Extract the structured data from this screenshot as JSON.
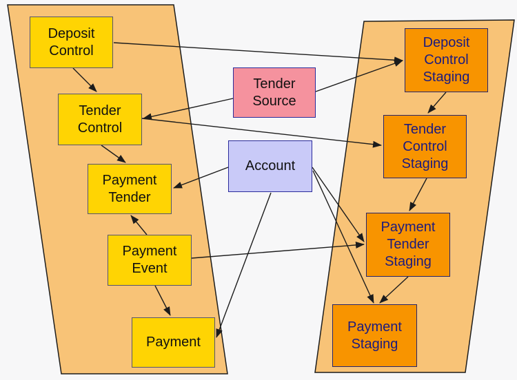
{
  "diagram": {
    "description": "Entity flow diagram: current payment entities (left), external objects (center), staging entities (right)",
    "nodes": {
      "deposit_control": {
        "label": "Deposit Control",
        "type": "current"
      },
      "tender_control": {
        "label": "Tender Control",
        "type": "current"
      },
      "payment_tender": {
        "label": "Payment Tender",
        "type": "current"
      },
      "payment_event": {
        "label": "Payment Event",
        "type": "current"
      },
      "payment": {
        "label": "Payment",
        "type": "current"
      },
      "tender_source": {
        "label": "Tender Source",
        "type": "source"
      },
      "account": {
        "label": "Account",
        "type": "account"
      },
      "deposit_control_staging": {
        "label": "Deposit Control Staging",
        "type": "staging"
      },
      "tender_control_staging": {
        "label": "Tender Control Staging",
        "type": "staging"
      },
      "payment_tender_staging": {
        "label": "Payment Tender Staging",
        "type": "staging"
      },
      "payment_staging": {
        "label": "Payment Staging",
        "type": "staging"
      }
    },
    "edges": [
      {
        "from": "deposit_control",
        "to": "tender_control"
      },
      {
        "from": "tender_control",
        "to": "payment_tender"
      },
      {
        "from": "payment_event",
        "to": "payment_tender"
      },
      {
        "from": "payment_event",
        "to": "payment"
      },
      {
        "from": "payment_event",
        "to": "payment_tender_staging"
      },
      {
        "from": "deposit_control",
        "to": "deposit_control_staging"
      },
      {
        "from": "tender_source",
        "to": "deposit_control_staging"
      },
      {
        "from": "tender_source",
        "to": "tender_control"
      },
      {
        "from": "tender_control",
        "to": "tender_control_staging"
      },
      {
        "from": "deposit_control_staging",
        "to": "tender_control_staging"
      },
      {
        "from": "tender_control_staging",
        "to": "payment_tender_staging"
      },
      {
        "from": "payment_tender_staging",
        "to": "payment_staging"
      },
      {
        "from": "account",
        "to": "payment_tender"
      },
      {
        "from": "account",
        "to": "payment"
      },
      {
        "from": "account",
        "to": "payment_tender_staging"
      },
      {
        "from": "account",
        "to": "payment_staging"
      }
    ],
    "colors": {
      "current_fill": "#ffd403",
      "staging_fill": "#f89400",
      "source_fill": "#f5929e",
      "account_fill": "#c9caf8",
      "panel_fill": "#f8c377",
      "panel_stroke": "#1c1c1c",
      "staging_text": "#1b1b80",
      "arrow": "#1c1c1c"
    }
  }
}
